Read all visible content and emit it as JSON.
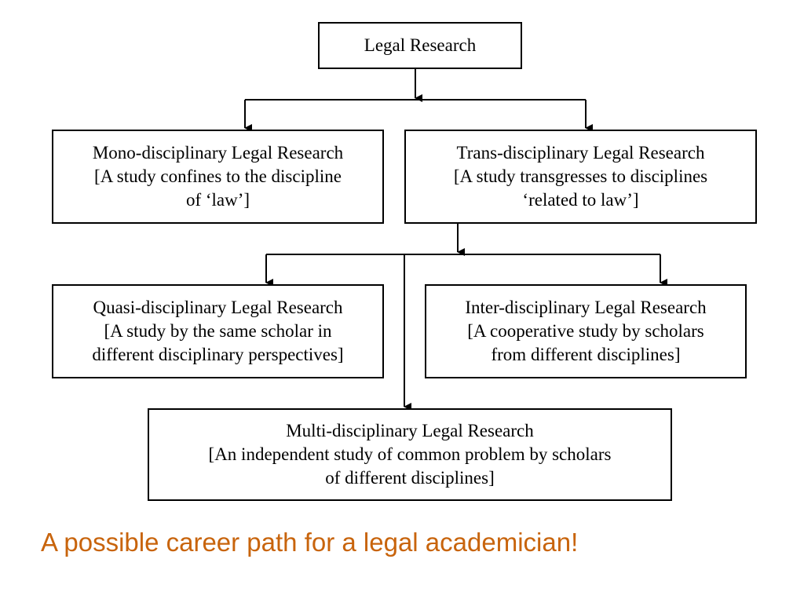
{
  "nodes": {
    "root": {
      "lines": [
        "Legal Research"
      ]
    },
    "mono": {
      "lines": [
        "Mono-disciplinary Legal Research",
        "[A study confines to the discipline",
        "of ‘law’]"
      ]
    },
    "trans": {
      "lines": [
        "Trans-disciplinary Legal Research",
        "[A study transgresses to disciplines",
        "‘related to law’]"
      ]
    },
    "quasi": {
      "lines": [
        "Quasi-disciplinary Legal Research",
        "[A study by the same scholar in",
        "different disciplinary perspectives]"
      ]
    },
    "inter": {
      "lines": [
        "Inter-disciplinary Legal Research",
        "[A cooperative study by scholars",
        "from different disciplines]"
      ]
    },
    "multi": {
      "lines": [
        "Multi-disciplinary Legal Research",
        "[An independent study of common problem by scholars",
        "of different disciplines]"
      ]
    }
  },
  "edges": [
    {
      "from": "root",
      "to": "mono"
    },
    {
      "from": "root",
      "to": "trans"
    },
    {
      "from": "trans",
      "to": "quasi"
    },
    {
      "from": "trans",
      "to": "inter"
    },
    {
      "from": "trans",
      "to": "multi"
    }
  ],
  "caption": "A possible career path for a legal academician!",
  "colors": {
    "caption": "#c8640c",
    "line": "#000000"
  }
}
